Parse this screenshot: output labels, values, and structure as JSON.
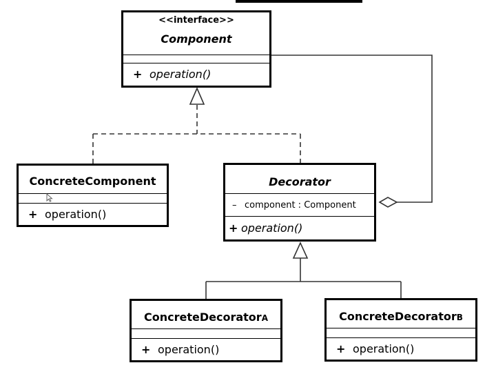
{
  "component": {
    "stereotype": "<<interface>>",
    "name": "Component",
    "operation_visibility": "+",
    "operation": "operation()"
  },
  "concrete_component": {
    "name": "ConcreteComponent",
    "operation_visibility": "+",
    "operation": "operation()"
  },
  "decorator": {
    "name": "Decorator",
    "attribute_visibility": "–",
    "attribute": "component : Component",
    "operation_visibility": "+",
    "operation": "operation()"
  },
  "concrete_decorator_a": {
    "name": "ConcreteDecorator",
    "name_suffix": "A",
    "operation_visibility": "+",
    "operation": "operation()"
  },
  "concrete_decorator_b": {
    "name": "ConcreteDecorator",
    "name_suffix": "B",
    "operation_visibility": "+",
    "operation": "operation()"
  },
  "relationships": [
    {
      "type": "realization",
      "from": "ConcreteComponent",
      "to": "Component"
    },
    {
      "type": "realization",
      "from": "Decorator",
      "to": "Component"
    },
    {
      "type": "aggregation",
      "from": "Decorator",
      "to": "Component"
    },
    {
      "type": "generalization",
      "from": "ConcreteDecoratorA",
      "to": "Decorator"
    },
    {
      "type": "generalization",
      "from": "ConcreteDecoratorB",
      "to": "Decorator"
    }
  ]
}
